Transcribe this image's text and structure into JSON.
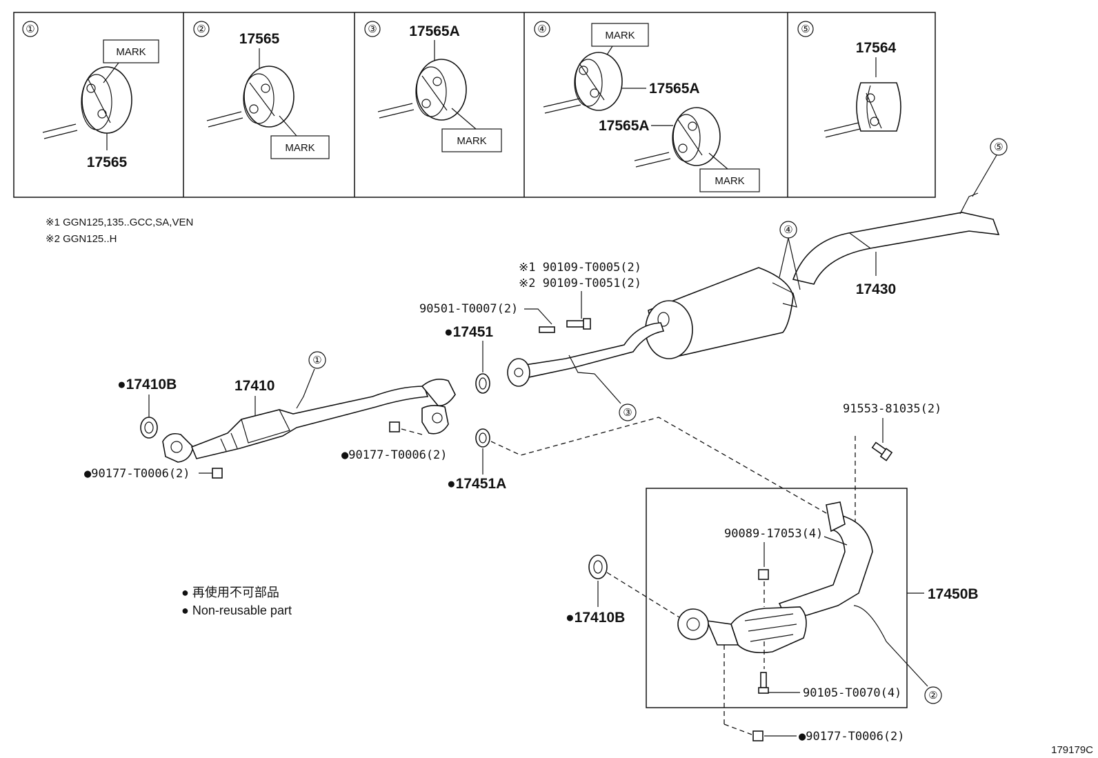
{
  "panels": [
    {
      "num": "①",
      "part": "17565",
      "mark": "MARK"
    },
    {
      "num": "②",
      "part": "17565",
      "mark": "MARK"
    },
    {
      "num": "③",
      "part": "17565A",
      "mark": "MARK"
    },
    {
      "num": "④",
      "part_a": "17565A",
      "part_b": "17565A",
      "mark_a": "MARK",
      "mark_b": "MARK"
    },
    {
      "num": "⑤",
      "part": "17564"
    }
  ],
  "notes": [
    "※1 GGN125,135..GCC,SA,VEN",
    "※2 GGN125..H"
  ],
  "callouts": {
    "c1": "①",
    "c2": "②",
    "c3": "③",
    "c4": "④",
    "c5": "⑤"
  },
  "labels": {
    "bolt_1": "※1  90109-T0005(2)",
    "bolt_2": "※2  90109-T0051(2)",
    "spring": "90501-T0007(2)",
    "g17451": "●17451",
    "g17410B_a": "●17410B",
    "front_pipe": "17410",
    "nut_a": "●90177-T0006(2)",
    "nut_b": "●90177-T0006(2)",
    "g17451A": "●17451A",
    "tail_pipe": "17430",
    "bolt_91553": "91553-81035(2)",
    "nut_90089": "90089-17053(4)",
    "conv": "17450B",
    "g17410B_b": "●17410B",
    "bolt_90105": "90105-T0070(4)",
    "nut_c": "●90177-T0006(2)"
  },
  "legend": [
    "● 再使用不可部品",
    "● Non-reusable part"
  ],
  "figure_id": "179179C"
}
